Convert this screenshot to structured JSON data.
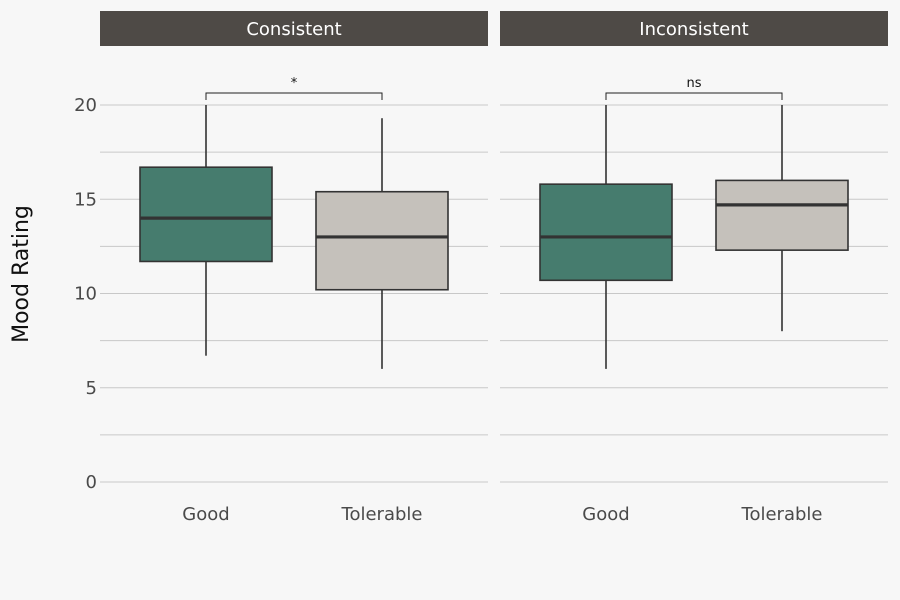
{
  "chart_data": {
    "type": "boxplot",
    "ylabel": "Mood Rating",
    "ylim": [
      0,
      22
    ],
    "yticks": [
      0,
      5,
      10,
      15,
      20
    ],
    "categories": [
      "Good",
      "Tolerable"
    ],
    "grid": true,
    "colors": {
      "Good": "#467c6e",
      "Tolerable": "#c5c1bb"
    },
    "panels": [
      {
        "title": "Consistent",
        "boxes": [
          {
            "category": "Good",
            "min": 6.7,
            "q1": 11.7,
            "median": 14.0,
            "q3": 16.7,
            "max": 20.0
          },
          {
            "category": "Tolerable",
            "min": 6.0,
            "q1": 10.2,
            "median": 13.0,
            "q3": 15.4,
            "max": 19.3
          }
        ],
        "comparison": {
          "label": "*"
        }
      },
      {
        "title": "Inconsistent",
        "boxes": [
          {
            "category": "Good",
            "min": 6.0,
            "q1": 10.7,
            "median": 13.0,
            "q3": 15.8,
            "max": 20.0
          },
          {
            "category": "Tolerable",
            "min": 8.0,
            "q1": 12.3,
            "median": 14.7,
            "q3": 16.0,
            "max": 20.0
          }
        ],
        "comparison": {
          "label": "ns"
        }
      }
    ]
  }
}
